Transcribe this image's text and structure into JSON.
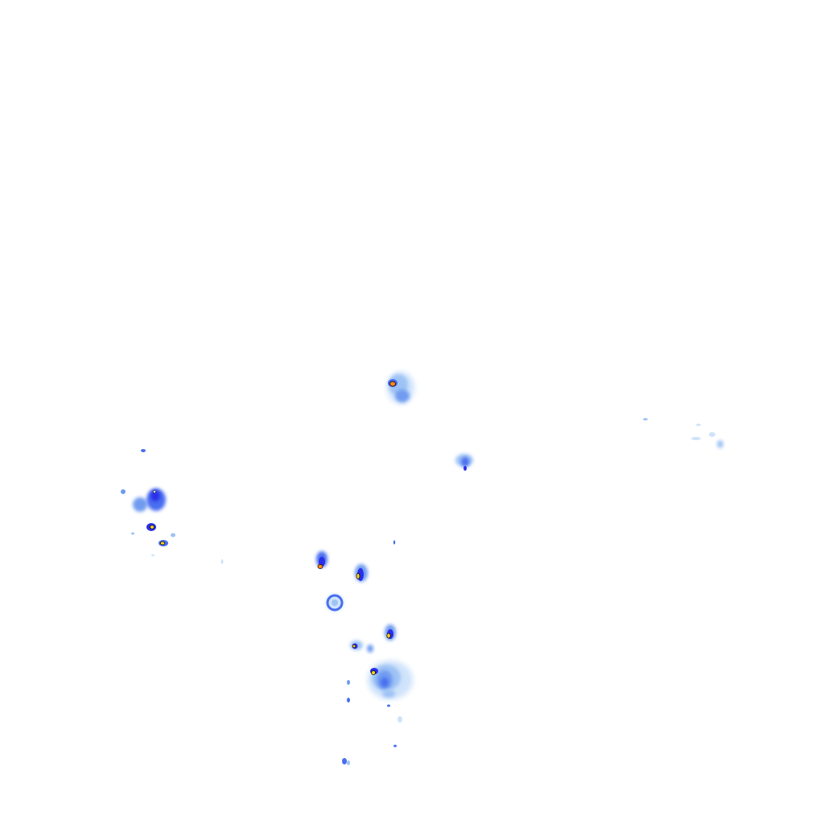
{
  "map": {
    "kind": "weather-radar-overlay",
    "background_color": "#ffffff",
    "intensity_palette": {
      "very_light": "#cfe3fb",
      "light": "#9ec3f5",
      "moderate_light": "#6f9bf0",
      "moderate": "#4a6ef0",
      "heavy": "#2a2ee8",
      "very_heavy": "#1a1a9a",
      "intense": "#ffd21f",
      "very_intense": "#ff8a1a",
      "extreme": "#d02020",
      "outline": "#000000"
    },
    "echoes": [
      {
        "id": "cell-north",
        "intensity": "moderate_light",
        "core": "intense",
        "core_level": "orange"
      },
      {
        "id": "cell-west-large",
        "intensity": "heavy",
        "core": "very_heavy"
      },
      {
        "id": "cell-west-small-1",
        "intensity": "heavy",
        "core": "intense"
      },
      {
        "id": "cell-west-small-2",
        "intensity": "moderate",
        "core": "intense"
      },
      {
        "id": "cell-center-1",
        "intensity": "heavy",
        "core": "very_intense"
      },
      {
        "id": "cell-center-2",
        "intensity": "heavy",
        "core": "intense"
      },
      {
        "id": "cell-center-ring",
        "intensity": "moderate",
        "core": "moderate"
      },
      {
        "id": "cell-south-1",
        "intensity": "heavy",
        "core": "intense"
      },
      {
        "id": "cell-south-2",
        "intensity": "heavy",
        "core": "intense"
      },
      {
        "id": "cell-south-cluster",
        "intensity": "moderate",
        "core": "intense"
      },
      {
        "id": "cell-mid-east",
        "intensity": "moderate_light",
        "core": "moderate"
      },
      {
        "id": "cell-east-far",
        "intensity": "light",
        "core": "light"
      },
      {
        "id": "cell-south-far",
        "intensity": "moderate",
        "core": "moderate"
      }
    ]
  }
}
